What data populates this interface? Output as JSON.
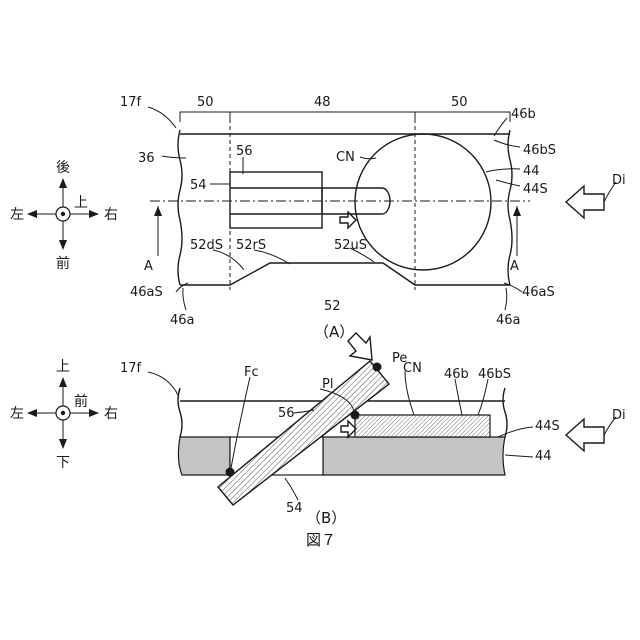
{
  "figure": {
    "caption": "図７",
    "view_a_caption": "（A）",
    "view_b_caption": "（B）"
  },
  "view_a": {
    "labels": {
      "l17f": "17f",
      "l50_left": "50",
      "l48": "48",
      "l50_right": "50",
      "l46b": "46b",
      "l36": "36",
      "l56": "56",
      "lCN": "CN",
      "l46bS": "46bS",
      "l44": "44",
      "l44S": "44S",
      "l54": "54",
      "lDi": "Di",
      "l52dS": "52dS",
      "l52rS": "52rS",
      "l52uS": "52uS",
      "lA_left": "A",
      "lA_right": "A",
      "l46aS_left": "46aS",
      "l46aS_right": "46aS",
      "l52": "52",
      "l46a_left": "46a",
      "l46a_right": "46a"
    },
    "compass": {
      "top": "後",
      "bottom": "前",
      "left": "左",
      "right": "右",
      "center": "上"
    }
  },
  "view_b": {
    "labels": {
      "l17f": "17f",
      "lFc": "Fc",
      "lPe": "Pe",
      "lPl": "Pl",
      "lCN": "CN",
      "l46b": "46b",
      "l46bS": "46bS",
      "l56": "56",
      "l44S": "44S",
      "l44": "44",
      "l54": "54",
      "lDi": "Di"
    },
    "compass": {
      "top": "上",
      "bottom": "下",
      "left": "左",
      "right": "右",
      "center": "前"
    }
  }
}
